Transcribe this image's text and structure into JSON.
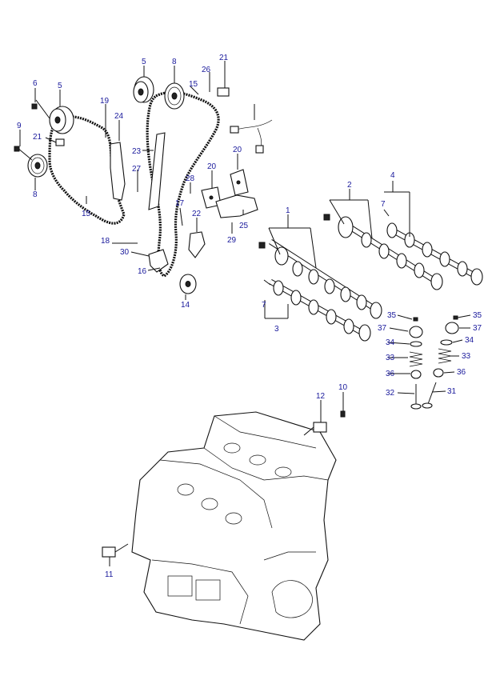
{
  "diagram": {
    "callout_color": "#1a1a9c",
    "line_color": "#111111",
    "callouts": {
      "c1": "1",
      "c2": "2",
      "c3": "3",
      "c4": "4",
      "c5a": "5",
      "c5b": "5",
      "c6": "6",
      "c7a": "7",
      "c7b": "7",
      "c8a": "8",
      "c8b": "8",
      "c9": "9",
      "c10": "10",
      "c11": "11",
      "c12": "12",
      "c14": "14",
      "c15a": "15",
      "c15b": "15",
      "c16": "16",
      "c17": "17",
      "c18": "18",
      "c19": "19",
      "c20a": "20",
      "c20b": "20",
      "c21a": "21",
      "c21b": "21",
      "c22": "22",
      "c23": "23",
      "c24": "24",
      "c25": "25",
      "c26": "26",
      "c27": "27",
      "c28": "28",
      "c29": "29",
      "c30": "30",
      "c31": "31",
      "c32": "32",
      "c33a": "33",
      "c33b": "33",
      "c34a": "34",
      "c34b": "34",
      "c35a": "35",
      "c35b": "35",
      "c36a": "36",
      "c36b": "36",
      "c37a": "37",
      "c37b": "37"
    }
  }
}
